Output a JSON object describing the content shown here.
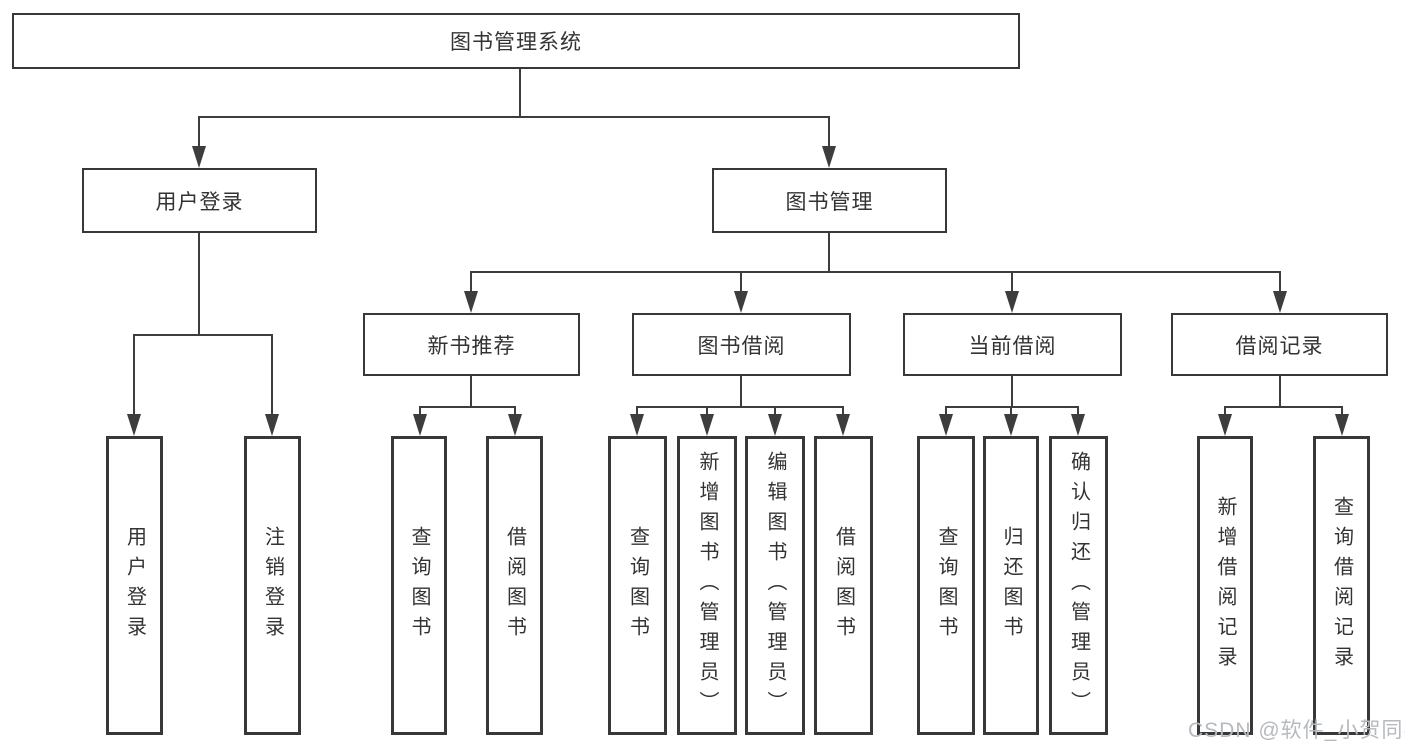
{
  "tree": {
    "root": "图书管理系统",
    "login": {
      "label": "用户登录",
      "children": [
        "用户登录",
        "注销登录"
      ]
    },
    "management": {
      "label": "图书管理",
      "modules": [
        {
          "label": "新书推荐",
          "children": [
            "查询图书",
            "借阅图书"
          ]
        },
        {
          "label": "图书借阅",
          "children": [
            "查询图书",
            "新增图书（管理员）",
            "编辑图书（管理员）",
            "借阅图书"
          ]
        },
        {
          "label": "当前借阅",
          "children": [
            "查询图书",
            "归还图书",
            "确认归还（管理员）"
          ]
        },
        {
          "label": "借阅记录",
          "children": [
            "新增借阅记录",
            "查询借阅记录"
          ]
        }
      ]
    }
  },
  "watermark": {
    "text": "CSDN @软件_小贺同学"
  },
  "colors": {
    "line": "#3d3d3d",
    "box_border": "#383838",
    "text": "#333333",
    "background": "#ffffff",
    "watermark": "#b6babe"
  }
}
